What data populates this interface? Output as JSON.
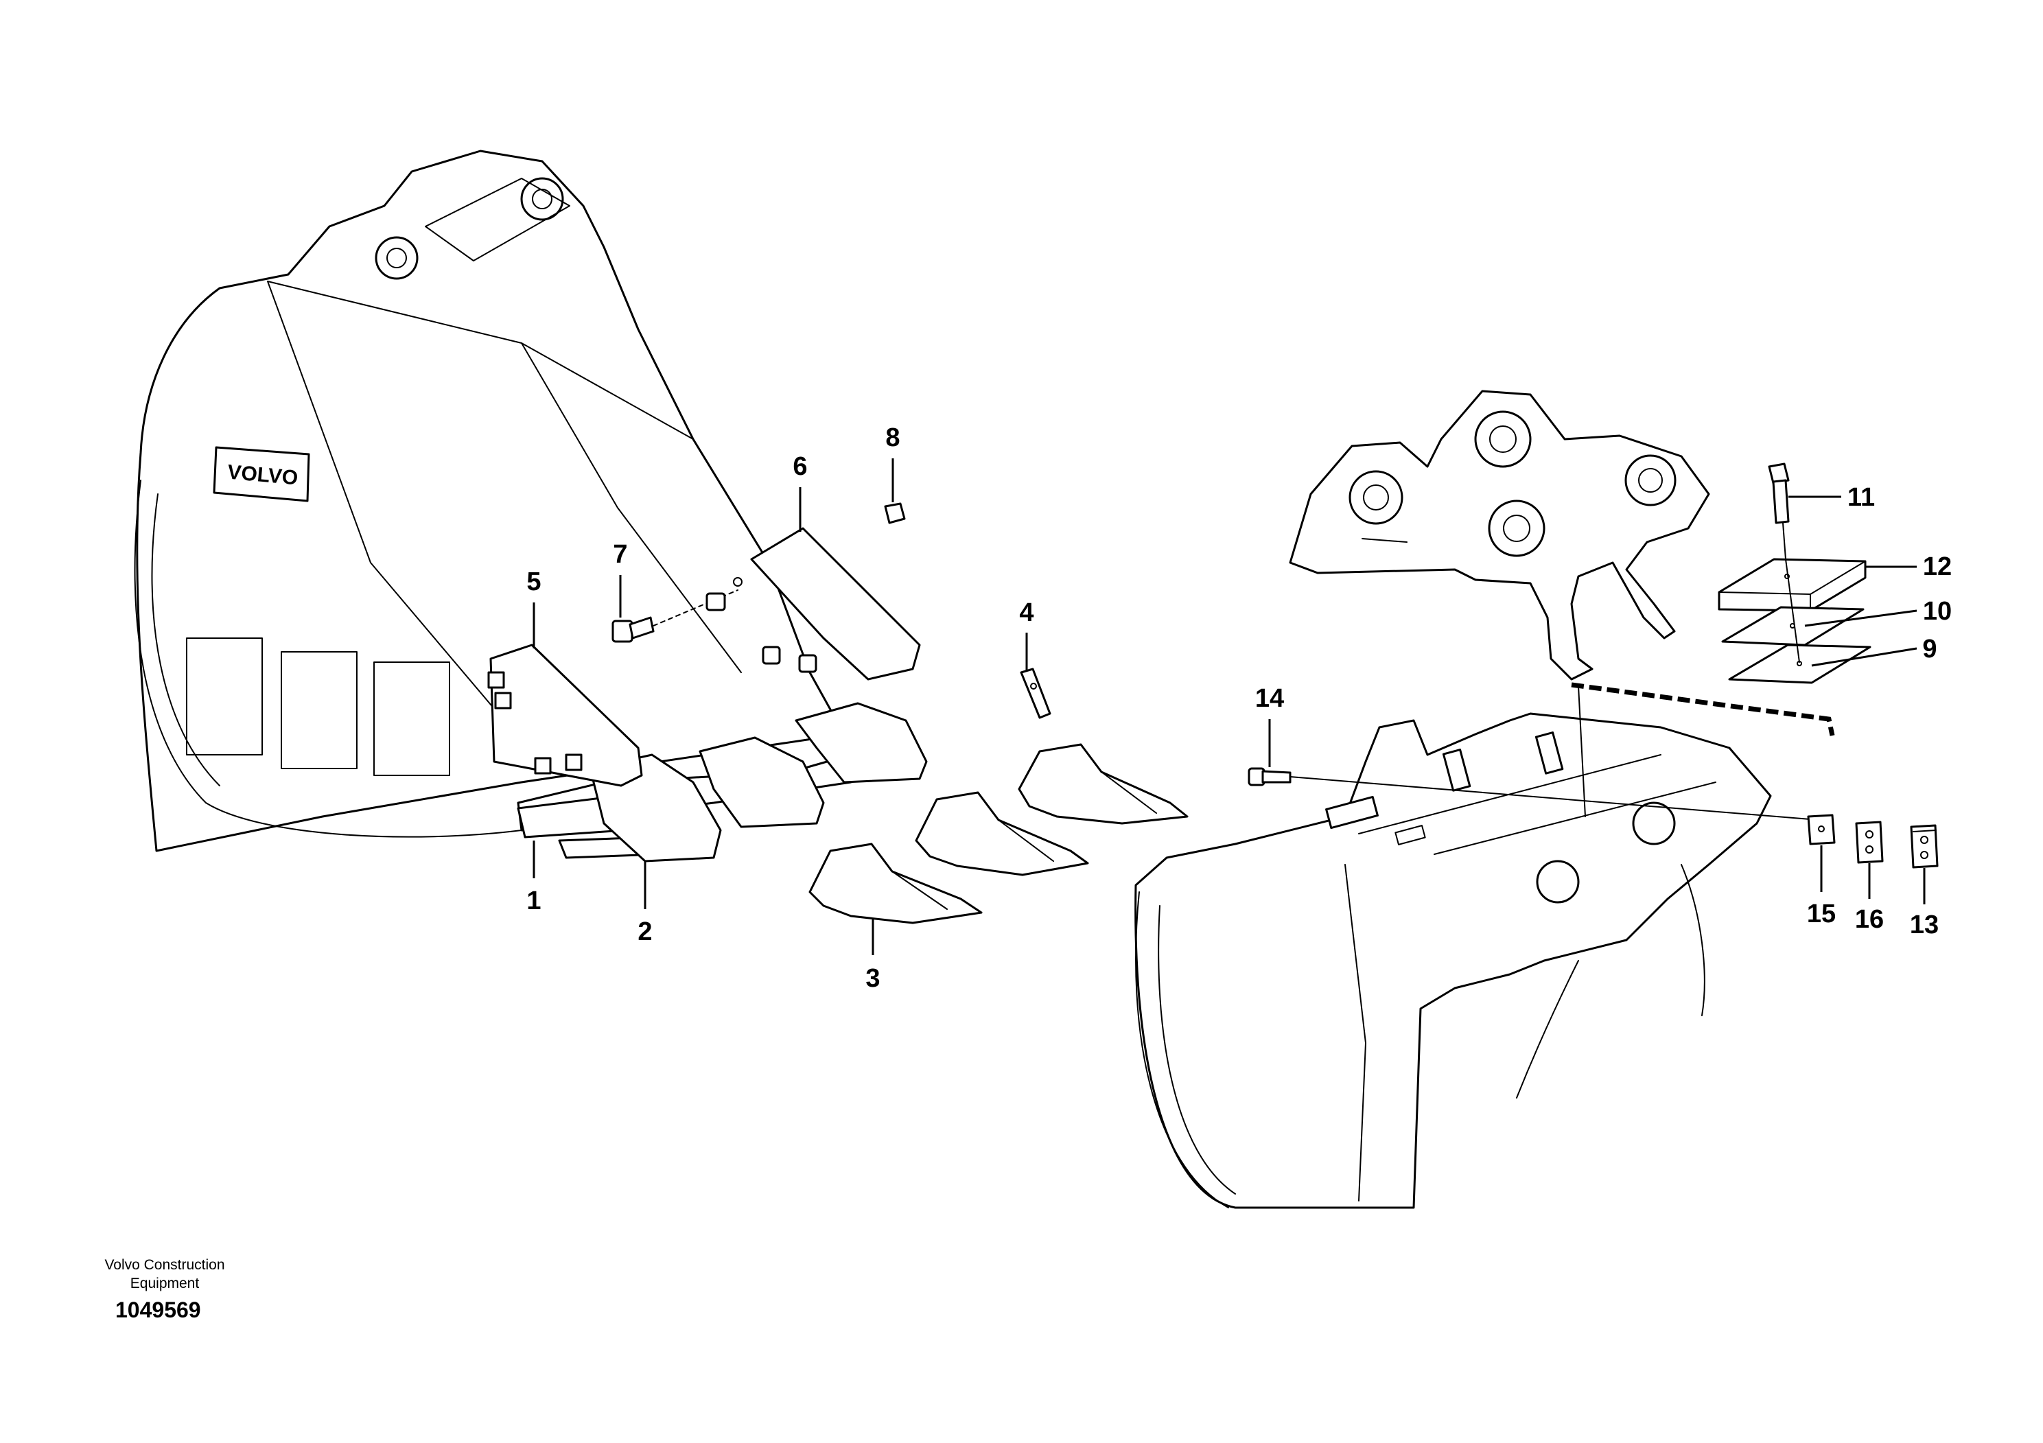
{
  "callouts": [
    {
      "id": "1",
      "text": "1"
    },
    {
      "id": "2",
      "text": "2"
    },
    {
      "id": "3",
      "text": "3"
    },
    {
      "id": "4",
      "text": "4"
    },
    {
      "id": "5",
      "text": "5"
    },
    {
      "id": "6",
      "text": "6"
    },
    {
      "id": "7",
      "text": "7"
    },
    {
      "id": "8",
      "text": "8"
    },
    {
      "id": "9",
      "text": "9"
    },
    {
      "id": "10",
      "text": "10"
    },
    {
      "id": "11",
      "text": "11"
    },
    {
      "id": "12",
      "text": "12"
    },
    {
      "id": "13",
      "text": "13"
    },
    {
      "id": "14",
      "text": "14"
    },
    {
      "id": "15",
      "text": "15"
    },
    {
      "id": "16",
      "text": "16"
    }
  ],
  "bucket_logo": "VOLVO",
  "footer": {
    "company_line1": "Volvo Construction",
    "company_line2": "Equipment",
    "drawing_number": "1049569"
  }
}
